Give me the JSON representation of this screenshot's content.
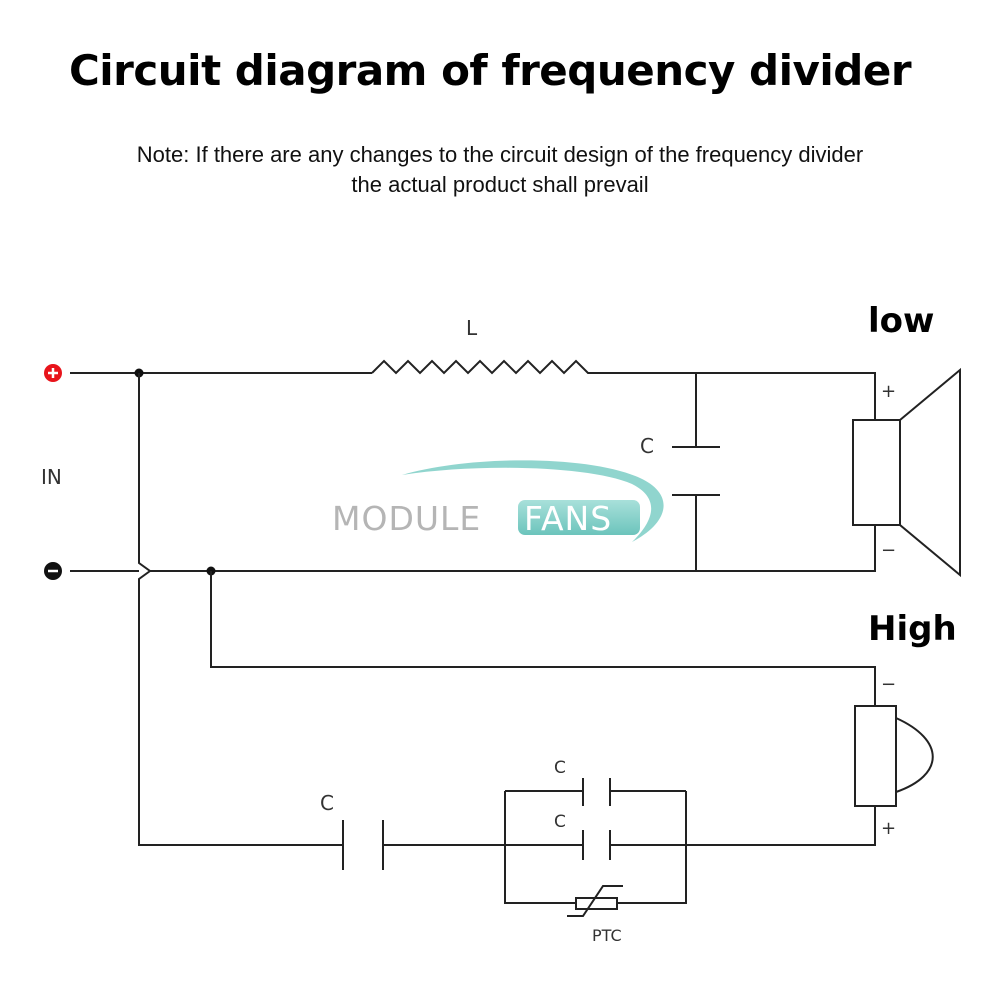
{
  "header": {
    "title": "Circuit diagram of frequency divider",
    "note_line1": "Note: If there are any changes to the circuit design of the frequency divider",
    "note_line2": "the actual product shall prevail"
  },
  "diagram": {
    "input_label": "IN",
    "positive_terminal_icon": "plus-circle-icon",
    "negative_terminal_icon": "minus-circle-icon",
    "inductor_label": "L",
    "low_cap_label": "C",
    "series_cap_label": "C",
    "parallel_cap1_label": "C",
    "parallel_cap2_label": "C",
    "ptc_label": "PTC",
    "woofer_label": "low",
    "tweeter_label": "High",
    "woofer_plus": "+",
    "woofer_minus": "−",
    "tweeter_plus": "+",
    "tweeter_minus": "−",
    "colors": {
      "positive_terminal": "#e8141b",
      "negative_terminal": "#111111",
      "watermark_teal": "#7fcfc8",
      "watermark_grey": "#b3b3b3"
    }
  },
  "watermark": {
    "part1": "MODULE",
    "part2": "FANS"
  }
}
